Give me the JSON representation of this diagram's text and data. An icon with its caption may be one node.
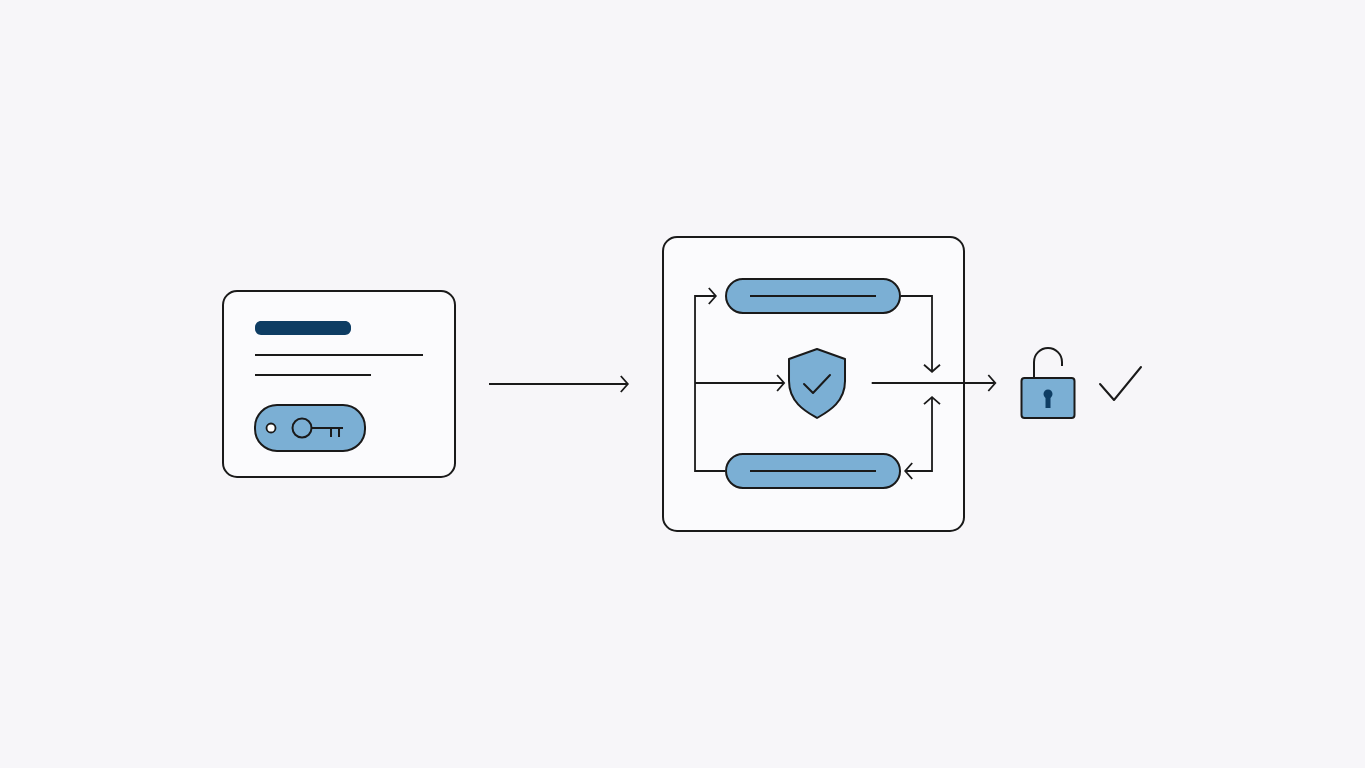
{
  "diagram": {
    "nodes": [
      {
        "text": [],
        "shape": "box"
      },
      {
        "text": [],
        "shape": "box"
      },
      {
        "text": [],
        "shape": "pill",
        "in": 1
      },
      {
        "text": [],
        "shape": "shield",
        "in": 1
      },
      {
        "text": [],
        "shape": "pill",
        "in": 1
      },
      {
        "text": [],
        "shape": "padlock"
      }
    ],
    "edges": [
      {
        "from": 0,
        "to": 1,
        "arrow": "to"
      },
      {
        "from": 4,
        "to": 2,
        "arrow": "to"
      },
      {
        "from": null,
        "to": 3,
        "arrow": "to"
      },
      {
        "from": 2,
        "to": null,
        "arrow": "to"
      },
      {
        "from": null,
        "to": 4,
        "arrow": "both"
      },
      {
        "from": 3,
        "to": 5,
        "arrow": "to"
      }
    ]
  }
}
